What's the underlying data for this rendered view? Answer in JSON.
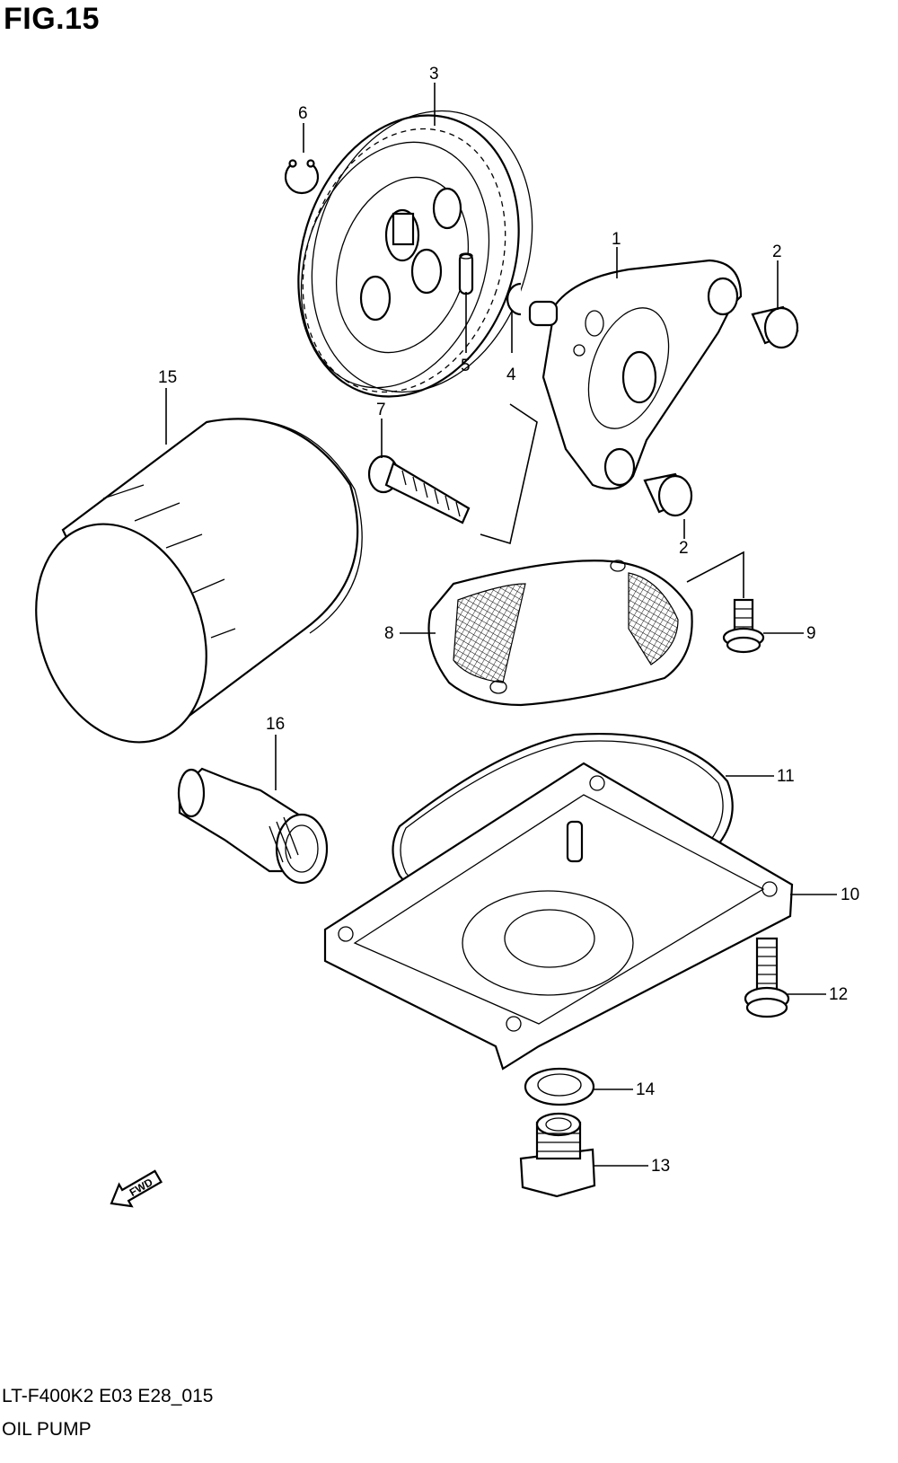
{
  "figure": {
    "title": "FIG.15",
    "code": "LT-F400K2 E03 E28_015",
    "name": "OIL PUMP",
    "direction_label": "FWD"
  },
  "callouts": [
    {
      "id": "c1",
      "label": "1"
    },
    {
      "id": "c2a",
      "label": "2"
    },
    {
      "id": "c2b",
      "label": "2"
    },
    {
      "id": "c3",
      "label": "3"
    },
    {
      "id": "c4",
      "label": "4"
    },
    {
      "id": "c5",
      "label": "5"
    },
    {
      "id": "c6",
      "label": "6"
    },
    {
      "id": "c7",
      "label": "7"
    },
    {
      "id": "c8",
      "label": "8"
    },
    {
      "id": "c9",
      "label": "9"
    },
    {
      "id": "c10",
      "label": "10"
    },
    {
      "id": "c11",
      "label": "11"
    },
    {
      "id": "c12",
      "label": "12"
    },
    {
      "id": "c13",
      "label": "13"
    },
    {
      "id": "c14",
      "label": "14"
    },
    {
      "id": "c15",
      "label": "15"
    },
    {
      "id": "c16",
      "label": "16"
    }
  ]
}
